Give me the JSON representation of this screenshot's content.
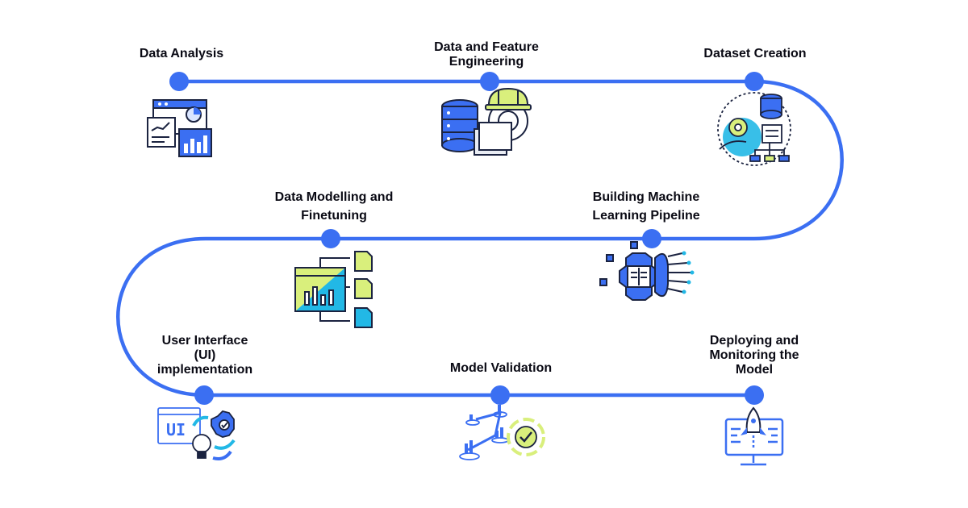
{
  "diagram": {
    "accent_color": "#3b6ff2",
    "steps": [
      {
        "label_lines": [
          "Data Analysis"
        ],
        "icon": "analytics-dashboard-icon"
      },
      {
        "label_lines": [
          "Data and Feature",
          "Engineering"
        ],
        "icon": "database-engineering-icon"
      },
      {
        "label_lines": [
          "Dataset Creation"
        ],
        "icon": "dataset-network-icon"
      },
      {
        "label_lines": [
          "Building Machine",
          "Learning Pipeline"
        ],
        "icon": "ml-pipeline-chip-icon"
      },
      {
        "label_lines": [
          "Data Modelling and",
          "Finetuning"
        ],
        "icon": "model-finetuning-icon"
      },
      {
        "label_lines": [
          "User Interface",
          "(UI)",
          "implementation"
        ],
        "icon": "ui-implementation-icon"
      },
      {
        "label_lines": [
          "Model Validation"
        ],
        "icon": "model-validation-icon"
      },
      {
        "label_lines": [
          "Deploying and",
          "Monitoring the",
          "Model"
        ],
        "icon": "deploy-rocket-monitor-icon"
      }
    ]
  }
}
